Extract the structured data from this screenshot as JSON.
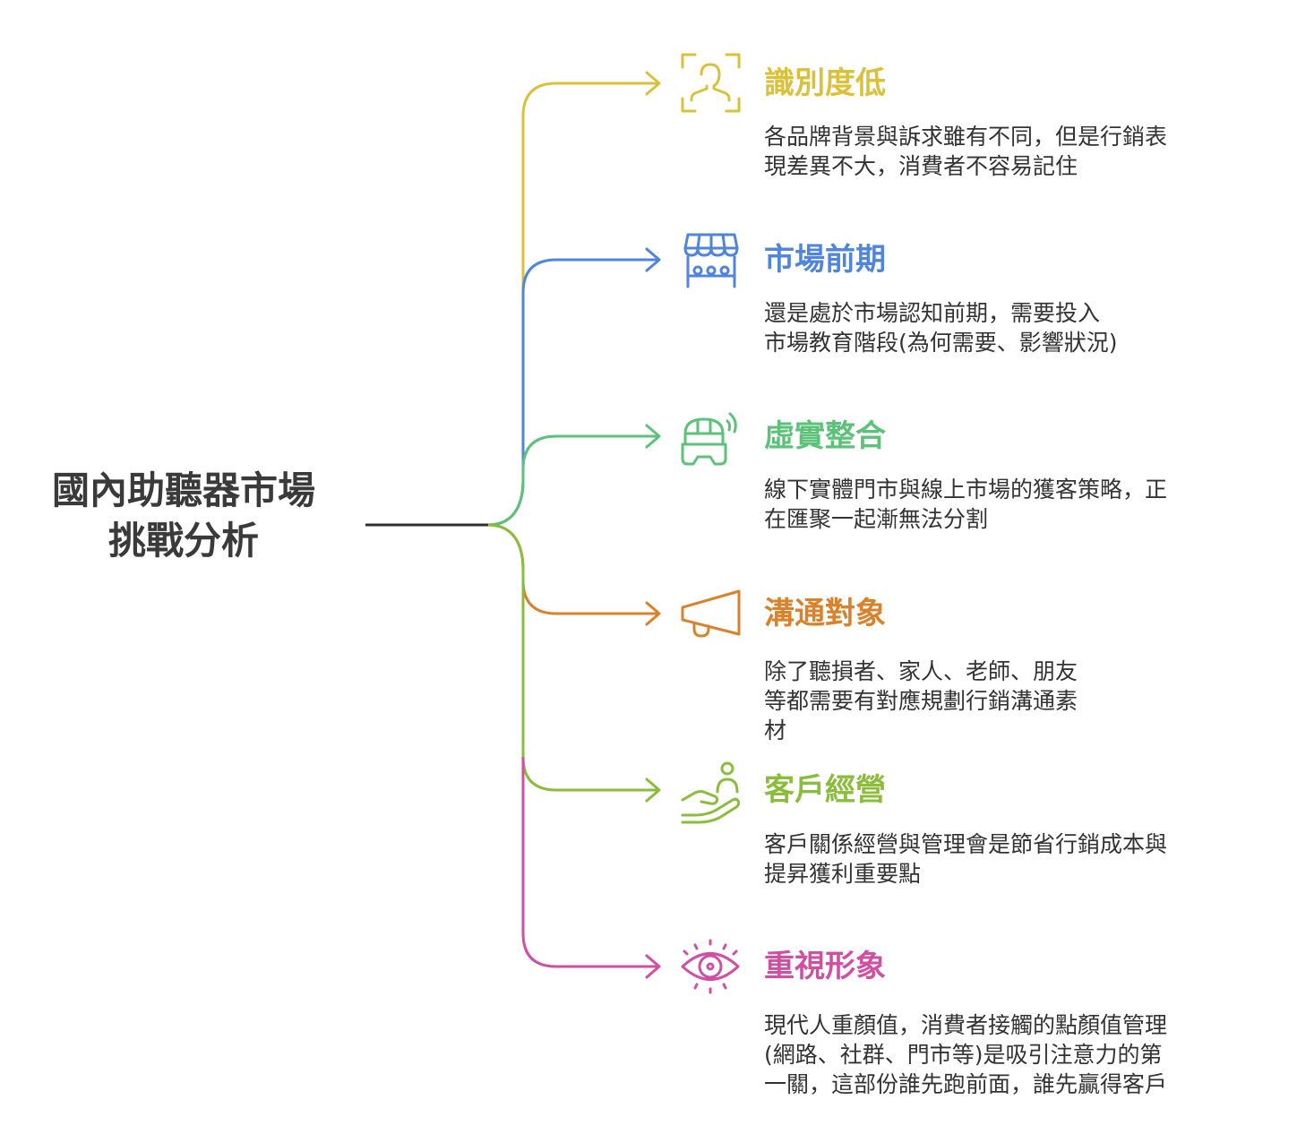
{
  "root": {
    "lines": [
      "國內助聽器市場",
      "挑戰分析"
    ]
  },
  "branches": [
    {
      "key": "recognition",
      "title": "識別度低",
      "color": "#d9c23a",
      "icon": "user-scan-icon",
      "desc": [
        "各品牌背景與訴求雖有不同，但是行銷表",
        "現差異不大，消費者不容易記住"
      ]
    },
    {
      "key": "market",
      "title": "市場前期",
      "color": "#4f86db",
      "icon": "market-stall-icon",
      "desc": [
        "還是處於市場認知前期，需要投入",
        "市場教育階段(為何需要、影響狀況)"
      ]
    },
    {
      "key": "omni",
      "title": "虛實整合",
      "color": "#5cc27a",
      "icon": "smart-store-icon",
      "desc": [
        "線下實體門市與線上市場的獲客策略，正",
        "在匯聚一起漸無法分割"
      ]
    },
    {
      "key": "audience",
      "title": "溝通對象",
      "color": "#d9822b",
      "icon": "megaphone-icon",
      "desc": [
        "除了聽損者、家人、老師、朋友",
        "等都需要有對應規劃行銷溝通素",
        "材"
      ]
    },
    {
      "key": "customer",
      "title": "客戶經營",
      "color": "#8bbd3c",
      "icon": "hand-care-icon",
      "desc": [
        "客戶關係經營與管理會是節省行銷成本與",
        "提昇獲利重要點"
      ]
    },
    {
      "key": "image",
      "title": "重視形象",
      "color": "#cf4fa3",
      "icon": "eye-target-icon",
      "desc": [
        "現代人重顏值，消費者接觸的點顏值管理",
        "(網路、社群、門市等)是吸引注意力的第",
        "一關，這部份誰先跑前面，誰先贏得客戶"
      ]
    }
  ]
}
